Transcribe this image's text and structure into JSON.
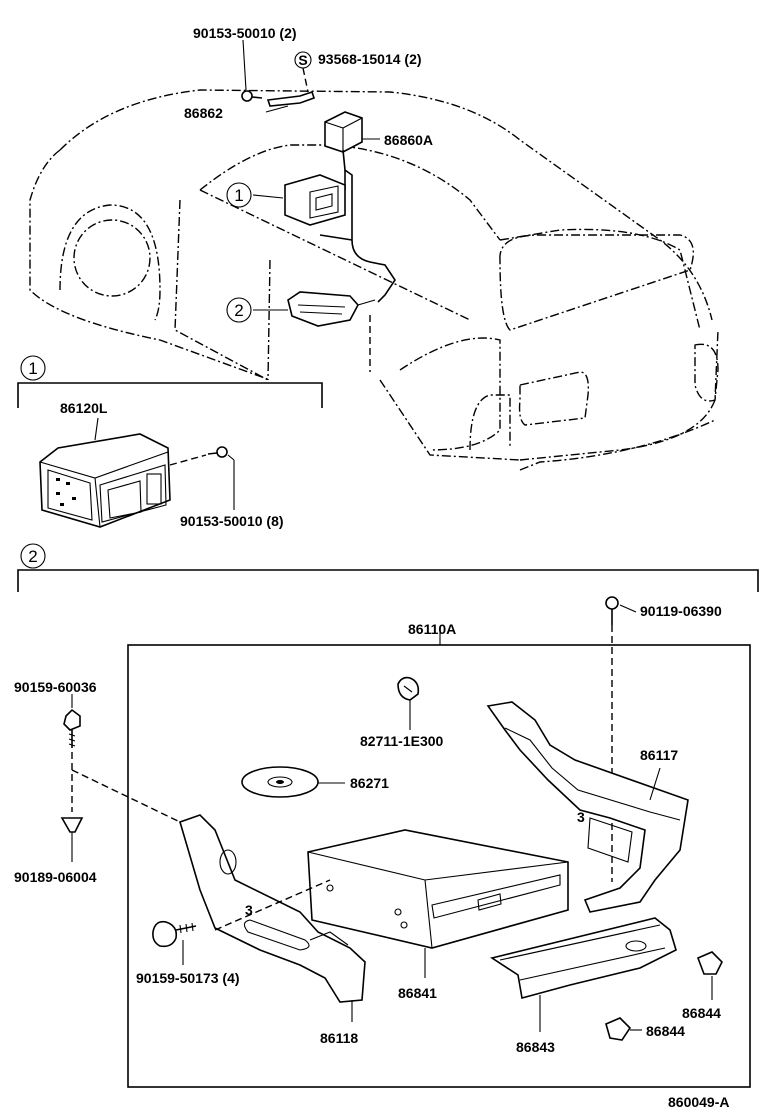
{
  "diagram_id": "860049-A",
  "callouts": {
    "c1": "1",
    "c2": "2",
    "s_mark": "S"
  },
  "parts": {
    "p90153_top": "90153-50010 (2)",
    "p93568": "93568-15014 (2)",
    "p86862": "86862",
    "p86860A": "86860A",
    "p86120L": "86120L",
    "p90153_8": "90153-50010 (8)",
    "p86110A": "86110A",
    "p90119": "90119-06390",
    "p90159_60036": "90159-60036",
    "p82711": "82711-1E300",
    "p86117": "86117",
    "p86271": "86271",
    "p90189": "90189-06004",
    "p90159_50173": "90159-50173 (4)",
    "p86841": "86841",
    "p86118": "86118",
    "p86843": "86843",
    "p86844_a": "86844",
    "p86844_b": "86844"
  }
}
